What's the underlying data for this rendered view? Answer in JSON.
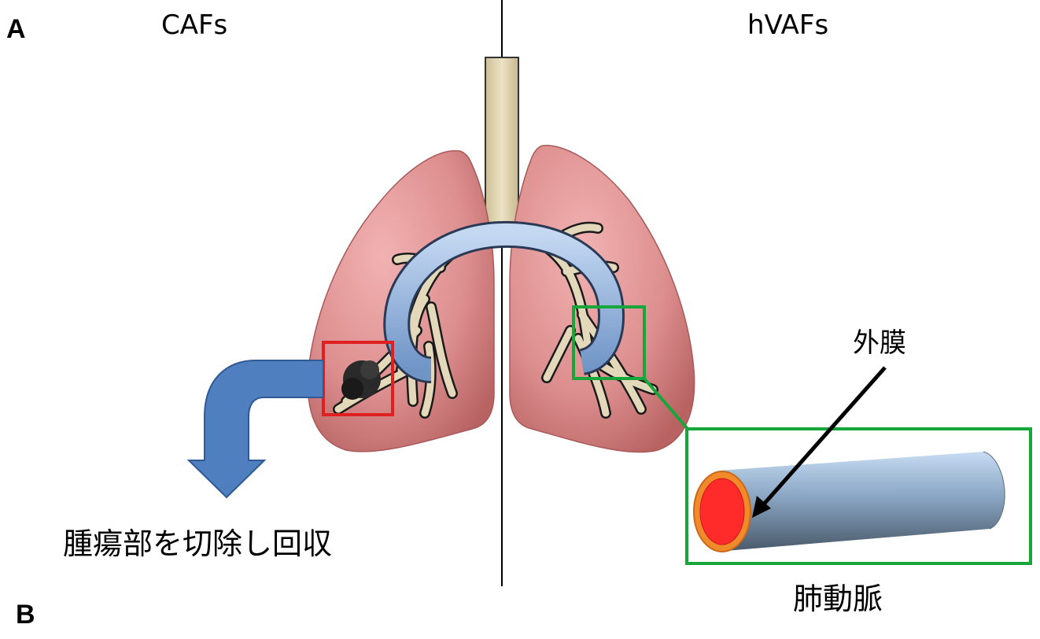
{
  "panels": {
    "a": "A",
    "b": "B"
  },
  "left_title": "CAFs",
  "right_title": "hVAFs",
  "left_caption": "腫瘍部を切除し回収",
  "adventitia_label": "外膜",
  "artery_label": "肺動脈",
  "colors": {
    "lung": "#dd8f8f",
    "lung_dark": "#b55d5d",
    "bronchi": "#e3d9ba",
    "aorta_blue": "#8fb0dc",
    "tumor_box": "#e02020",
    "green_box": "#16a63a",
    "arrow_blue": "#4a7bb7",
    "vessel_core": "#ff2a2a",
    "vessel_ring": "#f08a2a"
  }
}
